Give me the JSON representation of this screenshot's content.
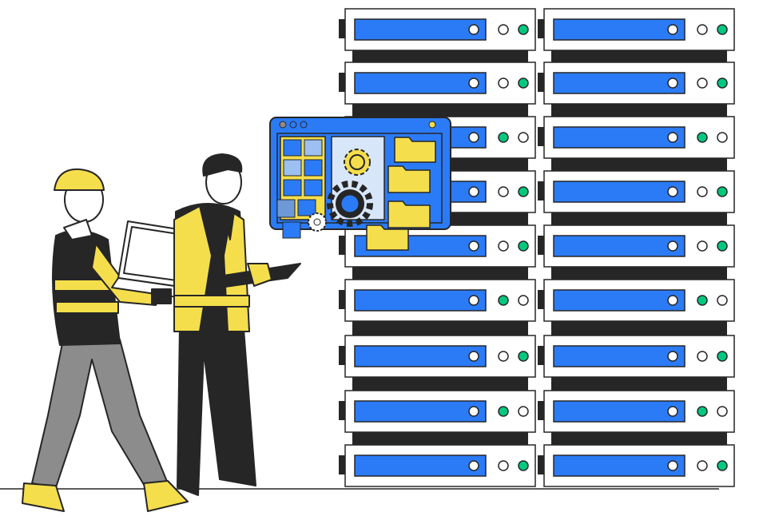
{
  "colors": {
    "blue": "#2B7BF7",
    "green": "#00C97F",
    "yellow": "#F5DE4C",
    "dark": "#262626",
    "gray": "#8C8C8C",
    "light_blue": "#9CC0F0"
  },
  "server_rack": {
    "columns": 2,
    "rows": 9,
    "active_led_positions": {
      "left": [
        "outer",
        "outer",
        "inner",
        "outer",
        "outer",
        "inner",
        "outer",
        "inner",
        "outer"
      ],
      "right": [
        "outer",
        "outer",
        "inner",
        "outer",
        "outer",
        "inner",
        "outer",
        "inner",
        "outer"
      ]
    }
  },
  "dashboard_window": {
    "icons": [
      "gear-icon",
      "gear-icon",
      "gear-icon",
      "folder-icon",
      "folder-icon",
      "folder-icon",
      "folder-icon"
    ]
  },
  "people": [
    "worker-with-hardhat-and-laptop",
    "engineer-with-clipboard"
  ]
}
